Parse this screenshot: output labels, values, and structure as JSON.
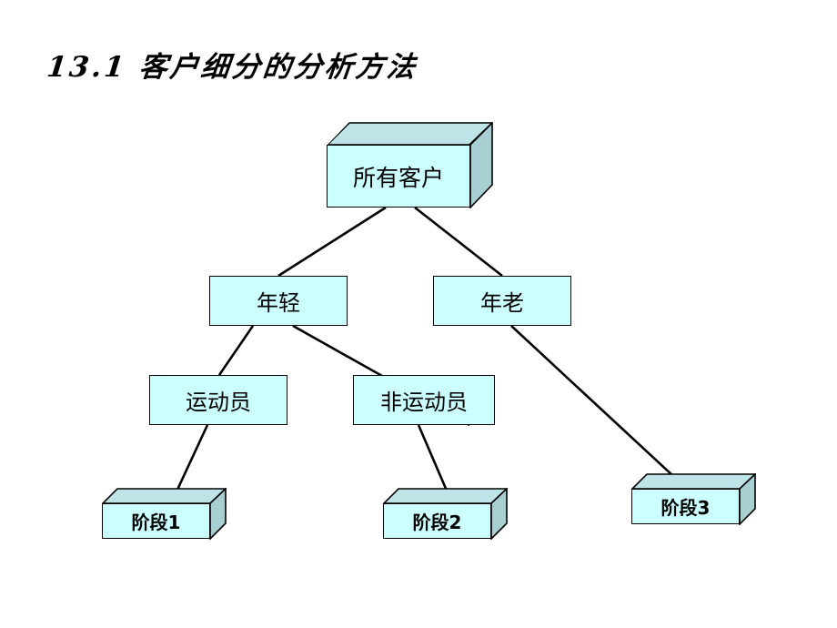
{
  "slide": {
    "background": "#ffffff",
    "title": "13.1  客户细分的分析方法"
  },
  "palette": {
    "box_face": "#ccffff",
    "box_shade": "#a8cfd2",
    "outline": "#000000",
    "connector": "#000000",
    "text": "#000000"
  },
  "diagram": {
    "type": "decision-tree",
    "root": {
      "id": "root",
      "label": "所有客户",
      "shape": "3d-box"
    },
    "levels": [
      {
        "level": 1,
        "nodes": [
          {
            "id": "root",
            "label": "所有客户",
            "shape": "3d-box"
          }
        ]
      },
      {
        "level": 2,
        "nodes": [
          {
            "id": "young",
            "label": "年轻",
            "shape": "rect"
          },
          {
            "id": "old",
            "label": "年老",
            "shape": "rect"
          }
        ]
      },
      {
        "level": 3,
        "nodes": [
          {
            "id": "athlete",
            "label": "运动员",
            "shape": "rect"
          },
          {
            "id": "non_athlete",
            "label": "非运动员",
            "shape": "rect"
          }
        ]
      },
      {
        "level": 4,
        "nodes": [
          {
            "id": "stage1",
            "label": "阶段1",
            "shape": "3d-box"
          },
          {
            "id": "stage2",
            "label": "阶段2",
            "shape": "3d-box"
          },
          {
            "id": "stage3",
            "label": "阶段3",
            "shape": "3d-box"
          }
        ]
      }
    ],
    "edges": [
      {
        "from": "root",
        "to": "young"
      },
      {
        "from": "root",
        "to": "old"
      },
      {
        "from": "young",
        "to": "athlete"
      },
      {
        "from": "young",
        "to": "non_athlete"
      },
      {
        "from": "athlete",
        "to": "stage1"
      },
      {
        "from": "non_athlete",
        "to": "stage2"
      },
      {
        "from": "old",
        "to": "stage3"
      }
    ]
  },
  "nodes": {
    "root": {
      "label": "所有客户"
    },
    "young": {
      "label": "年轻"
    },
    "old": {
      "label": "年老"
    },
    "athlete": {
      "label": "运动员"
    },
    "non_athlete": {
      "label": "非运动员"
    },
    "stage1": {
      "label": "阶段1"
    },
    "stage2": {
      "label": "阶段2"
    },
    "stage3": {
      "label": "阶段3"
    }
  }
}
